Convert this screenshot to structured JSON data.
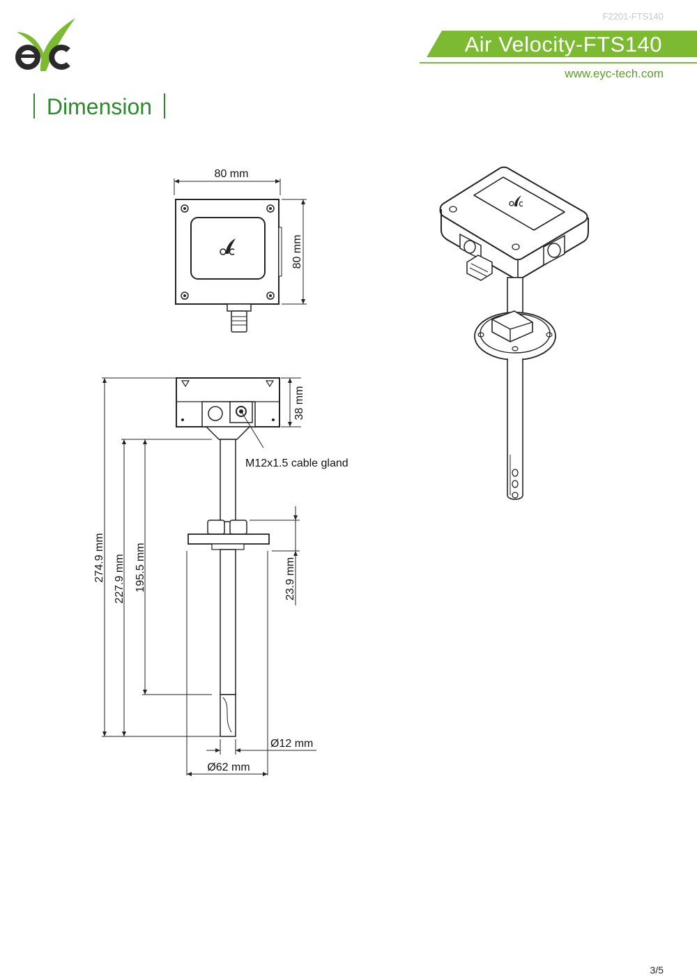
{
  "header": {
    "doc_code": "F2201-FTS140",
    "title": "Air Velocity-FTS140",
    "website": "www.eyc-tech.com",
    "brand_color": "#7cba32",
    "logo_text": "eyc"
  },
  "section": {
    "title": "Dimension"
  },
  "dimensions": {
    "width_top": "80 mm",
    "height_top": "80 mm",
    "housing_depth": "38 mm",
    "cable_gland": "M12x1.5 cable gland",
    "total_length": "274.9 mm",
    "length_2": "227.9 mm",
    "length_3": "195.5 mm",
    "flange_height": "23.9 mm",
    "probe_diameter": "Ø12 mm",
    "flange_diameter": "Ø62 mm"
  },
  "footer": {
    "page_number": "3/5"
  }
}
